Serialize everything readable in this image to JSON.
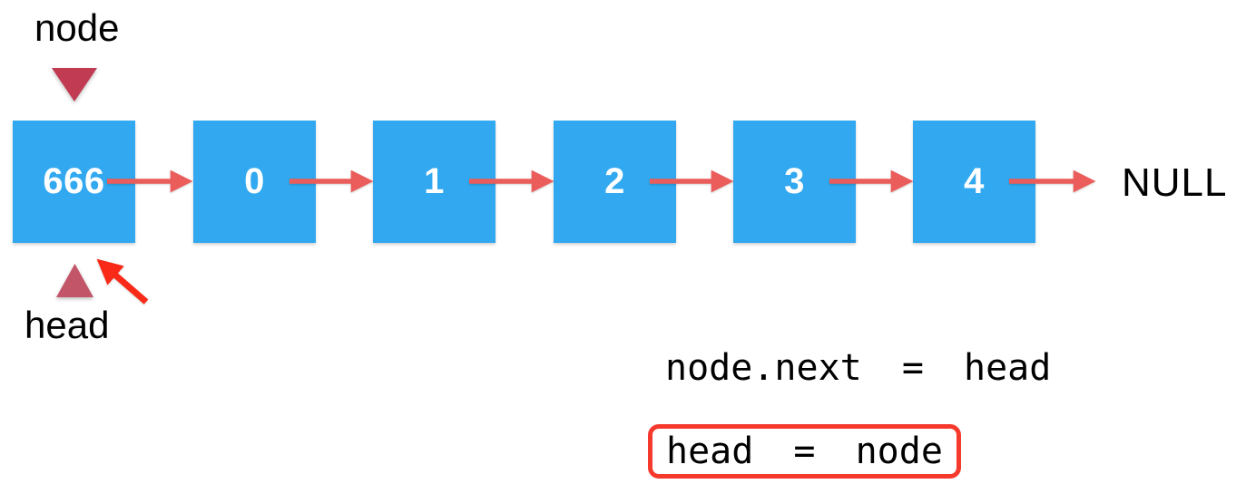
{
  "diagram": {
    "node_pointer_label": "node",
    "head_pointer_label": "head",
    "null_label": "NULL",
    "nodes": [
      {
        "value": "666"
      },
      {
        "value": "0"
      },
      {
        "value": "1"
      },
      {
        "value": "2"
      },
      {
        "value": "3"
      },
      {
        "value": "4"
      }
    ],
    "colors": {
      "node_fill": "#31A8EF",
      "node_text": "#FFFFFF",
      "next_arrow": "#EA5D5B",
      "pointer_triangle_down": "#C13B53",
      "pointer_triangle_up": "#C25568",
      "highlight_arrow": "#F92A17",
      "code_box_border": "#F5392C",
      "label_text": "#000000"
    }
  },
  "code": {
    "line1": "node.next = head",
    "line2": "head = node"
  }
}
